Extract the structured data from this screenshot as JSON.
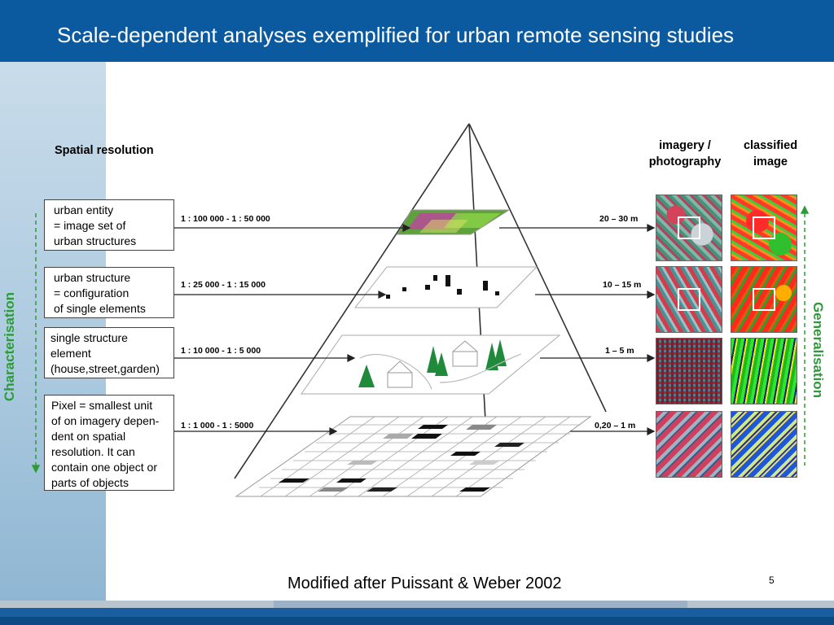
{
  "slide": {
    "title": "Scale-dependent analyses exemplified for urban remote sensing studies",
    "page_number": "5",
    "footer_caption": "Modified after Puissant & Weber 2002"
  },
  "diagram": {
    "spatial_resolution_label": "Spatial resolution",
    "left_axis_label": "Characterisation",
    "right_axis_label": "Generalisation",
    "column_headers": {
      "imagery": [
        "imagery /",
        "photography"
      ],
      "classified": [
        "classified",
        "image"
      ]
    },
    "levels": [
      {
        "description": [
          "urban entity",
          "= image set of",
          "urban structures"
        ],
        "scale": "1 : 100 000 -  1 : 50 000",
        "resolution": "20 – 30 m"
      },
      {
        "description": [
          "urban structure",
          "= configuration",
          "of single elements"
        ],
        "scale": "1 :  25 000 -  1 : 15 000",
        "resolution": "10 – 15 m"
      },
      {
        "description": [
          "single structure",
          "element",
          "(house,street,garden)"
        ],
        "scale": "1 :  10 000 -  1 : 5 000",
        "resolution": "1 –   5 m"
      },
      {
        "description": [
          "Pixel = smallest unit",
          "of on imagery depen-",
          "dent on spatial",
          "resolution. It can",
          "contain one object or",
          "parts of objects"
        ],
        "scale": "1 :   1 000  - 1 : 5000",
        "resolution": "0,20 –   1 m"
      }
    ],
    "colors": {
      "header_blue": "#0b5aa0",
      "arrow_green": "#2e9b3a"
    }
  }
}
